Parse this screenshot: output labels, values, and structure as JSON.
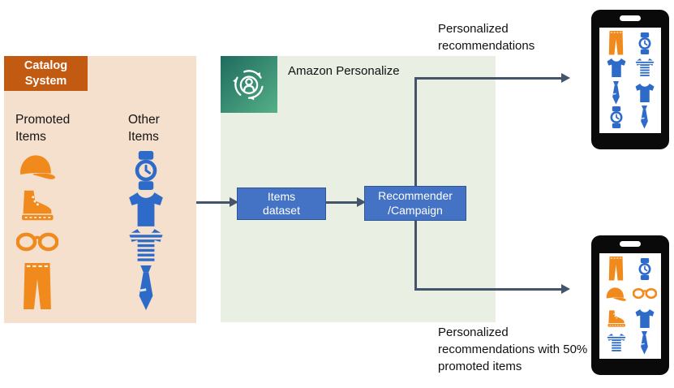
{
  "colors": {
    "orange": "#F08A1D",
    "blue": "#2E6BC9",
    "arrow": "#44546A",
    "catalog_bg": "#F5DFCD",
    "catalog_header_bg": "#C35A11",
    "personalize_bg": "#E9F0E3",
    "process_box_bg": "#4472C4",
    "process_box_border": "#2F5597",
    "personalize_icon_gradient_start": "#1E6B5E",
    "personalize_icon_gradient_end": "#55B087",
    "phone_body": "#0A0A0A"
  },
  "catalog": {
    "header": "Catalog System",
    "promoted_title": "Promoted Items",
    "other_title": "Other Items",
    "promoted_items": [
      {
        "icon": "cap",
        "color": "orange"
      },
      {
        "icon": "boot",
        "color": "orange"
      },
      {
        "icon": "glasses",
        "color": "orange"
      },
      {
        "icon": "pants",
        "color": "orange"
      }
    ],
    "other_items": [
      {
        "icon": "watch",
        "color": "blue"
      },
      {
        "icon": "tshirt",
        "color": "blue"
      },
      {
        "icon": "striped-tshirt",
        "color": "blue"
      },
      {
        "icon": "tie",
        "color": "blue"
      }
    ]
  },
  "personalize": {
    "label": "Amazon Personalize",
    "items_dataset_label": "Items dataset",
    "recommender_label": "Recommender /Campaign"
  },
  "outputs": [
    {
      "label": "Personalized recommendations"
    },
    {
      "label": "Personalized recommendations with 50% promoted items"
    }
  ],
  "phones": [
    {
      "grid": [
        {
          "icon": "pants",
          "color": "orange"
        },
        {
          "icon": "watch",
          "color": "blue"
        },
        {
          "icon": "tshirt",
          "color": "blue"
        },
        {
          "icon": "striped-tshirt",
          "color": "blue"
        },
        {
          "icon": "tie",
          "color": "blue"
        },
        {
          "icon": "tshirt",
          "color": "blue"
        },
        {
          "icon": "watch",
          "color": "blue"
        },
        {
          "icon": "tie",
          "color": "blue"
        }
      ]
    },
    {
      "grid": [
        {
          "icon": "pants",
          "color": "orange"
        },
        {
          "icon": "watch",
          "color": "blue"
        },
        {
          "icon": "cap",
          "color": "orange"
        },
        {
          "icon": "glasses",
          "color": "orange"
        },
        {
          "icon": "boot",
          "color": "orange"
        },
        {
          "icon": "tshirt",
          "color": "blue"
        },
        {
          "icon": "striped-tshirt",
          "color": "blue"
        },
        {
          "icon": "tie",
          "color": "blue"
        }
      ]
    }
  ]
}
